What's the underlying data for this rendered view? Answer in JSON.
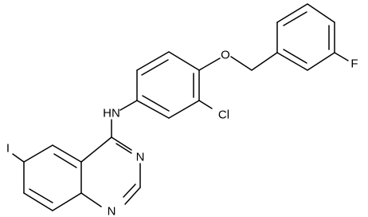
{
  "atoms": {
    "o": "O",
    "f": "F",
    "cl": "Cl",
    "nh": "HN",
    "i": "I",
    "n3": "N",
    "n1": "N"
  }
}
